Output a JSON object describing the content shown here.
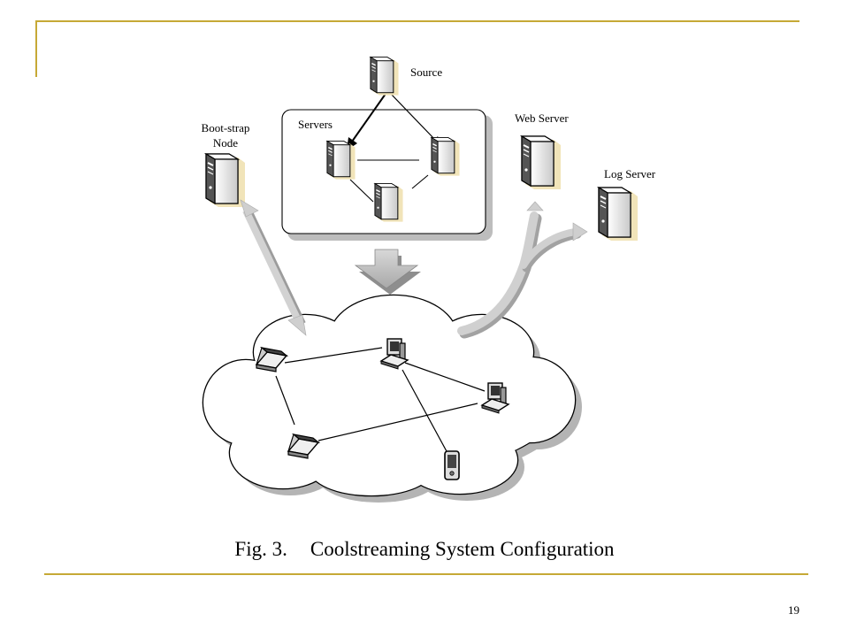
{
  "slide": {
    "caption_prefix": "Fig. 3.",
    "caption_title": "Coolstreaming System Configuration",
    "page_number": "19",
    "rule_color": "#c6a936"
  },
  "diagram": {
    "labels": {
      "source": "Source",
      "servers": "Servers",
      "bootstrap_line1": "Boot-strap",
      "bootstrap_line2": "Node",
      "web_server": "Web Server",
      "log_server": "Log Server"
    },
    "icons": [
      "server-icon",
      "laptop-icon",
      "desktop-icon",
      "pda-icon",
      "down-arrow-icon",
      "curved-double-arrow-icon",
      "cloud-icon"
    ]
  }
}
